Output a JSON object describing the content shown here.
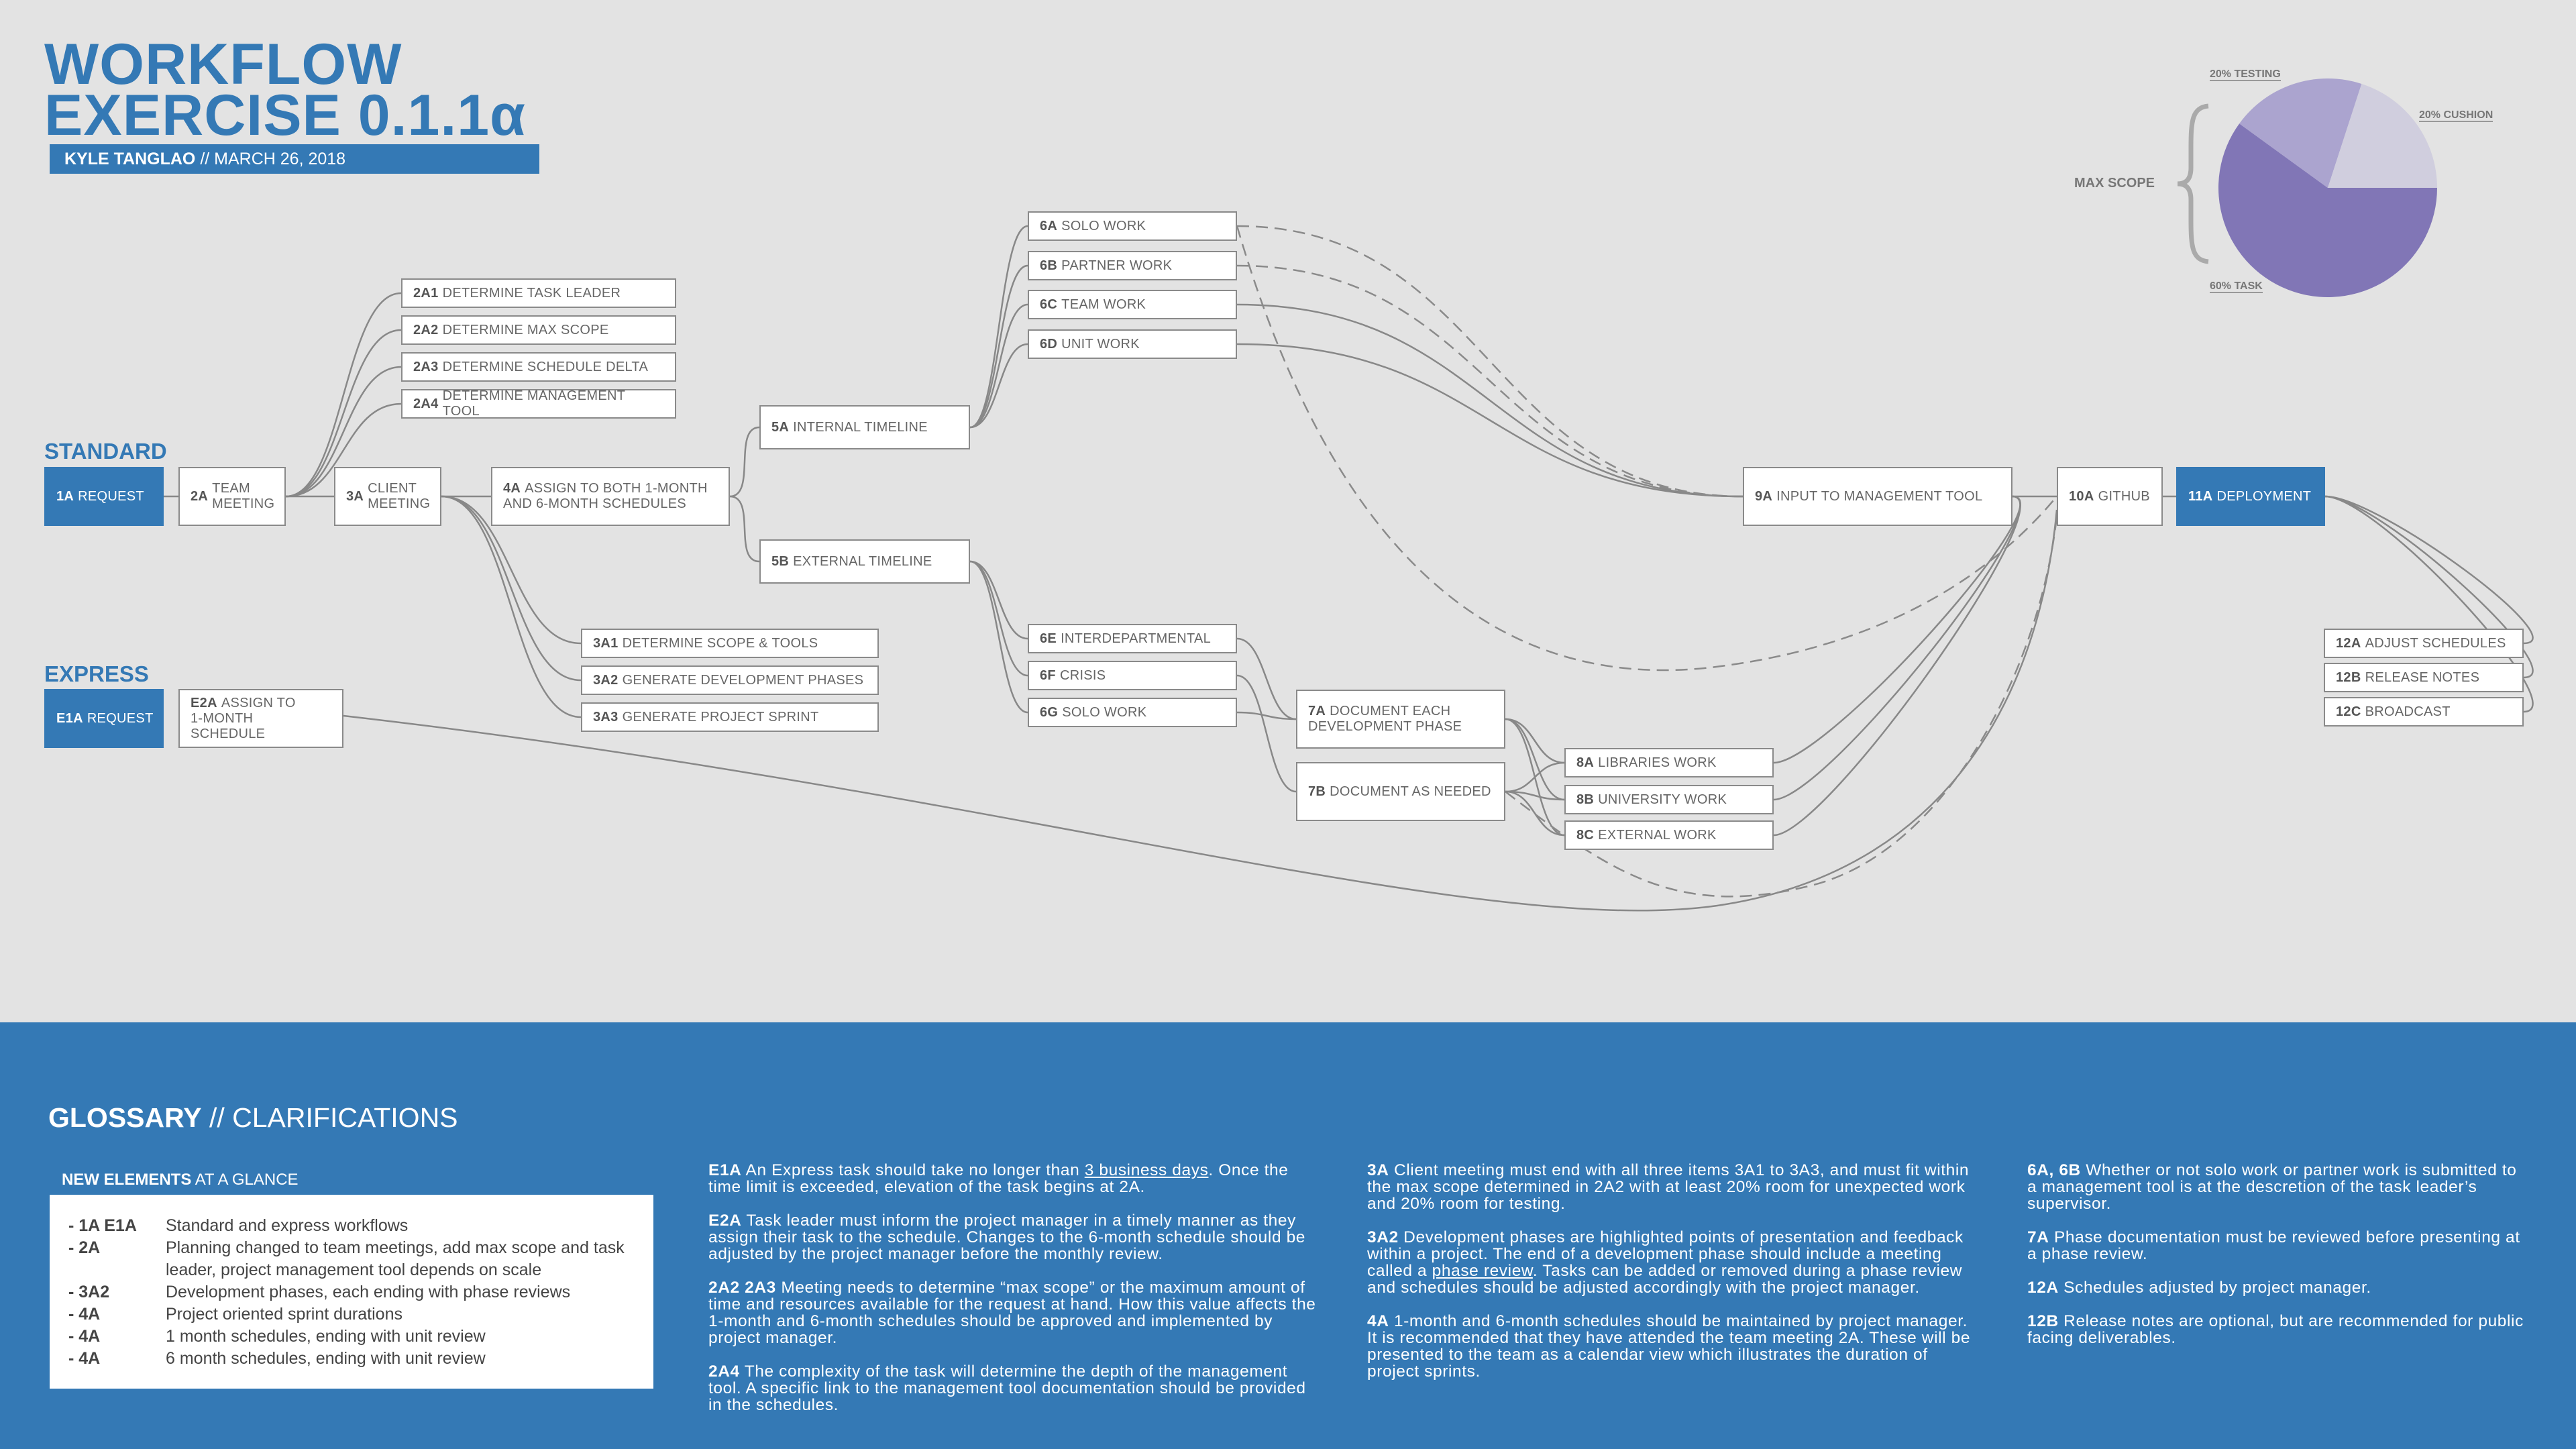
{
  "header": {
    "title_line1": "WORKFLOW",
    "title_line2": "EXERCISE 0.1.1α",
    "author": "KYLE TANGLAO",
    "date_sep": " // MARCH 26, 2018"
  },
  "lanes": {
    "standard": "STANDARD",
    "express": "EXPRESS"
  },
  "nodes": {
    "n1a": {
      "code": "1A",
      "text": "REQUEST"
    },
    "n2a": {
      "code": "2A",
      "text": "TEAM\nMEETING"
    },
    "n3a": {
      "code": "3A",
      "text": "CLIENT\nMEETING"
    },
    "n4a": {
      "code": "4A",
      "text": "ASSIGN TO BOTH 1-MONTH\nAND 6-MONTH SCHEDULES"
    },
    "n2a1": {
      "code": "2A1",
      "text": "DETERMINE TASK LEADER"
    },
    "n2a2": {
      "code": "2A2",
      "text": "DETERMINE MAX SCOPE"
    },
    "n2a3": {
      "code": "2A3",
      "text": "DETERMINE SCHEDULE DELTA"
    },
    "n2a4": {
      "code": "2A4",
      "text": "DETERMINE MANAGEMENT TOOL"
    },
    "n3a1": {
      "code": "3A1",
      "text": "DETERMINE SCOPE & TOOLS"
    },
    "n3a2": {
      "code": "3A2",
      "text": "GENERATE DEVELOPMENT PHASES"
    },
    "n3a3": {
      "code": "3A3",
      "text": "GENERATE PROJECT SPRINT"
    },
    "n5a": {
      "code": "5A",
      "text": "INTERNAL TIMELINE"
    },
    "n5b": {
      "code": "5B",
      "text": "EXTERNAL TIMELINE"
    },
    "n6a": {
      "code": "6A",
      "text": "SOLO WORK"
    },
    "n6b": {
      "code": "6B",
      "text": "PARTNER WORK"
    },
    "n6c": {
      "code": "6C",
      "text": "TEAM WORK"
    },
    "n6d": {
      "code": "6D",
      "text": "UNIT WORK"
    },
    "n6e": {
      "code": "6E",
      "text": "INTERDEPARTMENTAL"
    },
    "n6f": {
      "code": "6F",
      "text": "CRISIS"
    },
    "n6g": {
      "code": "6G",
      "text": "SOLO WORK"
    },
    "n7a": {
      "code": "7A",
      "text": "DOCUMENT EACH\nDEVELOPMENT PHASE"
    },
    "n7b": {
      "code": "7B",
      "text": "DOCUMENT AS NEEDED"
    },
    "n8a": {
      "code": "8A",
      "text": "LIBRARIES WORK"
    },
    "n8b": {
      "code": "8B",
      "text": "UNIVERSITY WORK"
    },
    "n8c": {
      "code": "8C",
      "text": "EXTERNAL WORK"
    },
    "n9a": {
      "code": "9A",
      "text": "INPUT TO MANAGEMENT TOOL"
    },
    "n10a": {
      "code": "10A",
      "text": "GITHUB"
    },
    "n11a": {
      "code": "11A",
      "text": "DEPLOYMENT"
    },
    "n12a": {
      "code": "12A",
      "text": "ADJUST SCHEDULES"
    },
    "n12b": {
      "code": "12B",
      "text": "RELEASE NOTES"
    },
    "n12c": {
      "code": "12C",
      "text": "BROADCAST"
    },
    "ne1a": {
      "code": "E1A",
      "text": "REQUEST"
    },
    "ne2a": {
      "code": "E2A",
      "text": "ASSIGN TO\n1-MONTH SCHEDULE"
    }
  },
  "scope_pie": {
    "label": "MAX SCOPE",
    "slices": [
      {
        "label": "60% TASK",
        "value": 60,
        "color": "#8176b6"
      },
      {
        "label": "20% TESTING",
        "value": 20,
        "color": "#aba4cf"
      },
      {
        "label": "20% CUSHION",
        "value": 20,
        "color": "#d0cede"
      }
    ]
  },
  "glossary": {
    "title_bold": "GLOSSARY",
    "title_rest": " // CLARIFICATIONS",
    "panel_head_bold": "NEW ELEMENTS",
    "panel_head_rest": " AT A GLANCE",
    "rows": [
      {
        "k": "- 1A E1A",
        "v": "Standard and express workflows"
      },
      {
        "k": "- 2A",
        "v": "Planning changed to team meetings, add max scope and task leader, project management tool depends on scale"
      },
      {
        "k": "- 3A2",
        "v": "Development phases, each ending with phase reviews"
      },
      {
        "k": "- 4A",
        "v": "Project oriented sprint durations"
      },
      {
        "k": "- 4A",
        "v": "1 month schedules, ending with unit review"
      },
      {
        "k": "- 4A",
        "v": "6 month schedules, ending with unit review"
      }
    ],
    "col1": [
      {
        "k": "E1A",
        "pre": "An Express task should take no longer than ",
        "u": "3 business days",
        "post": ". Once the time limit is exceeded, elevation of the task begins at 2A."
      },
      {
        "k": "E2A",
        "pre": "Task leader must inform the project manager in a timely manner as they assign their task to the schedule. Changes to the 6-month schedule should be adjusted by the project manager before the monthly review.",
        "u": "",
        "post": ""
      },
      {
        "k": "2A2 2A3",
        "pre": "Meeting needs to determine “max scope” or the maximum amount of time and resources available for the request at hand. How this value affects the 1-month and 6-month schedules should be approved and implemented by project manager.",
        "u": "",
        "post": ""
      },
      {
        "k": "2A4",
        "pre": "The complexity of the task will determine the depth of the management tool. A specific link to the management tool documentation should be provided in the schedules.",
        "u": "",
        "post": ""
      }
    ],
    "col2": [
      {
        "k": "3A",
        "pre": "Client meeting must end with all three items 3A1 to 3A3, and must fit within the max scope determined in 2A2 with at least 20% room for unexpected work and 20% room for testing.",
        "u": "",
        "post": ""
      },
      {
        "k": "3A2",
        "pre": "Development phases are highlighted points of presentation and feedback within a project. The end of a development phase should include a meeting called a ",
        "u": "phase review",
        "post": ". Tasks can be added or removed during a phase review and schedules should be adjusted accordingly with the project manager."
      },
      {
        "k": "4A",
        "pre": "1-month and 6-month schedules should be maintained by project manager. It is recommended that they have attended the team meeting 2A. These will be presented to the team as a calendar view which illustrates the duration of project sprints.",
        "u": "",
        "post": ""
      }
    ],
    "col3": [
      {
        "k": "6A, 6B",
        "pre": "Whether or not solo work or partner work is submitted to a management tool is at the descretion of the task leader’s supervisor.",
        "u": "",
        "post": ""
      },
      {
        "k": "7A",
        "pre": "Phase documentation must be reviewed before presenting at a phase review.",
        "u": "",
        "post": ""
      },
      {
        "k": "12A",
        "pre": "Schedules adjusted by project manager.",
        "u": "",
        "post": ""
      },
      {
        "k": "12B",
        "pre": "Release notes are optional, but are recommended for public facing deliverables.",
        "u": "",
        "post": ""
      }
    ]
  }
}
